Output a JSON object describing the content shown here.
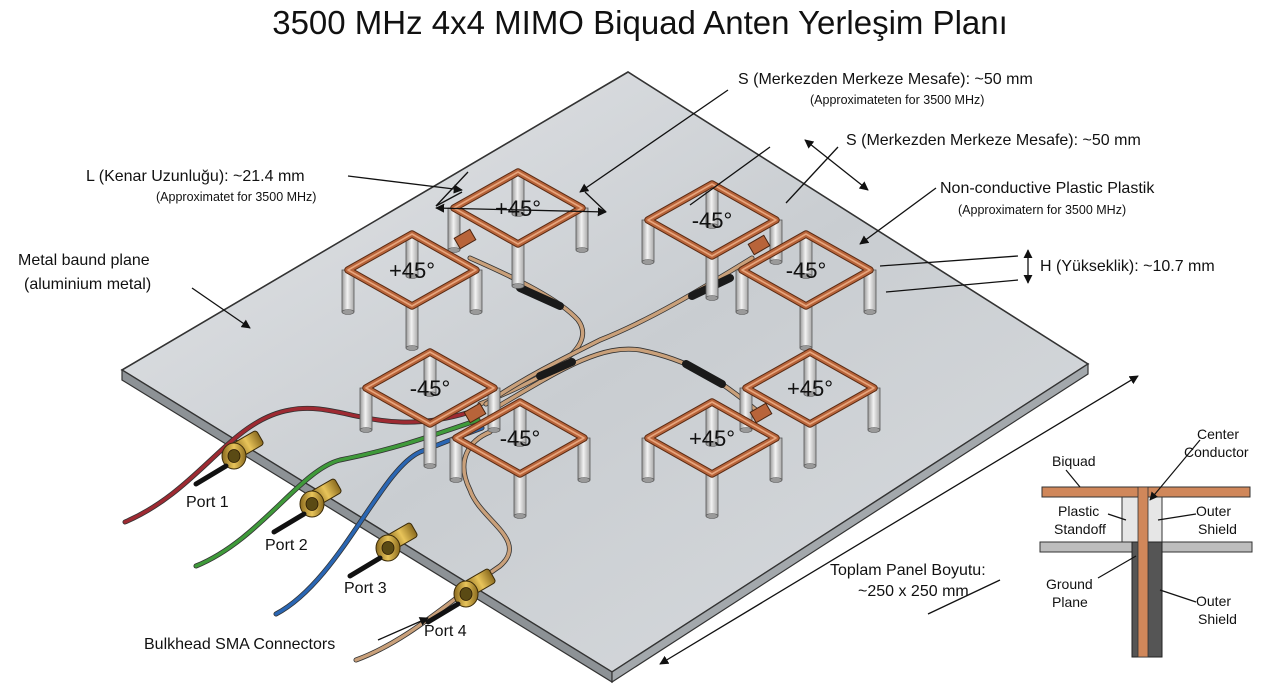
{
  "title": "3500 MHz 4x4 MIMO Biquad Anten Yerleşim Planı",
  "annotations": {
    "spacing_top": "S (Merkezden Merkeze Mesafe): ~50 mm",
    "spacing_top_note": "(Approximateten for 3500 MHz)",
    "spacing_right": "S (Merkezden Merkeze Mesafe): ~50 mm",
    "edge_length": "L (Kenar Uzunluğu): ~21.4 mm",
    "edge_length_note": "(Approximatet for 3500 MHz)",
    "standoff": "Non-conductive Plastic Plastik",
    "standoff_note": "(Approximatern for 3500 MHz)",
    "height": "H (Yükseklik): ~10.7 mm",
    "ground_plane_line1": "Metal baund plane",
    "ground_plane_line2": "(aluminium metal)",
    "panel_size_line1": "Toplam Panel Boyutu:",
    "panel_size_line2": "~250 x 250 mm",
    "connectors": "Bulkhead SMA Connectors"
  },
  "elements": [
    {
      "pol": "+45°",
      "pair": 1
    },
    {
      "pol": "+45°",
      "pair": 1
    },
    {
      "pol": "-45°",
      "pair": 2
    },
    {
      "pol": "-45°",
      "pair": 2
    },
    {
      "pol": "-45°",
      "pair": 3
    },
    {
      "pol": "-45°",
      "pair": 3
    },
    {
      "pol": "+45°",
      "pair": 4
    },
    {
      "pol": "+45°",
      "pair": 4
    }
  ],
  "ports": [
    {
      "label": "Port 1",
      "cable_color": "#9e2a32"
    },
    {
      "label": "Port 2",
      "cable_color": "#3f9a3a"
    },
    {
      "label": "Port 3",
      "cable_color": "#2a66b3"
    },
    {
      "label": "Port 4",
      "cable_color": "#c9a07a"
    }
  ],
  "detail": {
    "biquad": "Biquad",
    "center_line1": "Center",
    "center_line2": "Conductor",
    "plastic_line1": "Plastic",
    "plastic_line2": "Standoff",
    "outer_top_line1": "Outer",
    "outer_top_line2": "Shield",
    "ground_line1": "Ground",
    "ground_line2": "Plane",
    "outer_bottom_line1": "Outer",
    "outer_bottom_line2": "Shield"
  },
  "colors": {
    "copper": "#b8643a",
    "copper_light": "#e7a57d",
    "plate": "#cfd3d7",
    "standoff": "#d9d9d9"
  }
}
